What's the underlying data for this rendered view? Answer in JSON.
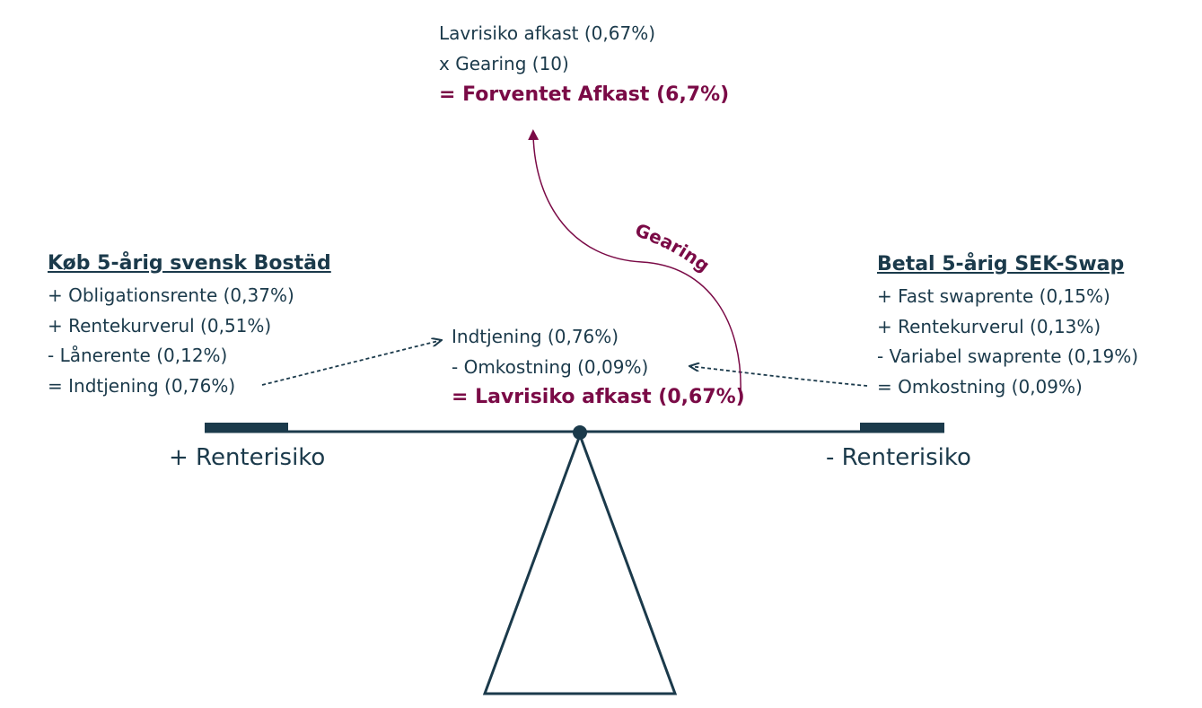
{
  "top": {
    "line1": "Lavrisiko afkast (0,67%)",
    "line2": "x Gearing (10)",
    "result": "= Forventet Afkast (6,7%)"
  },
  "gearing_label": "Gearing",
  "left": {
    "title": "Køb 5-årig svensk Bostäd",
    "items": [
      "+ Obligationsrente (0,37%)",
      "+ Rentekurverul (0,51%)",
      "- Lånerente (0,12%)",
      "= Indtjening (0,76%)"
    ],
    "risk": "+ Renterisiko"
  },
  "center": {
    "line1": "Indtjening (0,76%)",
    "line2": "- Omkostning (0,09%)",
    "result": "= Lavrisiko afkast (0,67%)"
  },
  "right": {
    "title": "Betal 5-årig SEK-Swap",
    "items": [
      "+ Fast swaprente (0,15%)",
      "+ Rentekurverul (0,13%)",
      "- Variabel swaprente (0,19%)",
      "= Omkostning (0,09%)"
    ],
    "risk": "- Renterisiko"
  },
  "colors": {
    "navy": "#1b3a4b",
    "burgundy": "#7a0a46"
  }
}
